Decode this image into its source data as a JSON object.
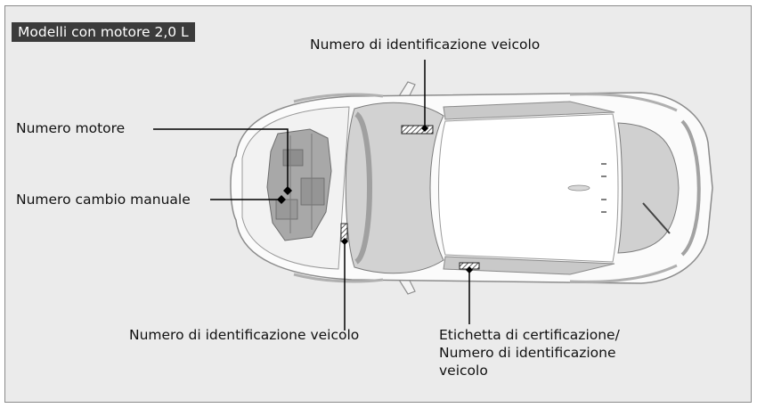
{
  "header": {
    "title": "Modelli con motore 2,0 L"
  },
  "labels": {
    "vin_top": "Numero di identificazione veicolo",
    "engine_number": "Numero motore",
    "manual_transmission_number": "Numero cambio manuale",
    "vin_dashboard": "Numero di identificazione veicolo",
    "cert_label_line1": "Etichetta di certificazione/",
    "cert_label_line2": "Numero di identificazione",
    "cert_label_line3": "veicolo"
  },
  "colors": {
    "background": "#ebebeb",
    "badge": "#3b3b3b",
    "car_body": "#ffffff",
    "glass": "#d4d4d4",
    "engine": "#a9a9a9",
    "leader": "#000000"
  }
}
